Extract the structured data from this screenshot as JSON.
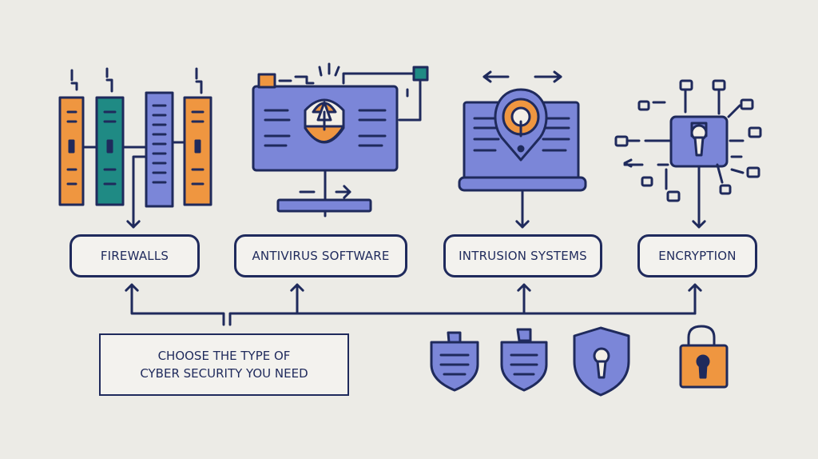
{
  "nodes": {
    "firewalls": "FIREWALLS",
    "antivirus": "ANTIVIRUS SOFTWARE",
    "intrusion": "INTRUSION SYSTEMS",
    "encryption": "ENCRYPTION"
  },
  "prompt": {
    "line1": "CHOOSE THE TYPE OF",
    "line2": "CYBER SECURITY YOU NEED"
  },
  "colors": {
    "outline": "#1f2a5c",
    "periwinkle": "#7b86d8",
    "orange": "#ef9640",
    "teal": "#1f8a84",
    "background": "#ecebe6"
  },
  "icons": [
    "server-racks-icon",
    "monitor-shield-icon",
    "laptop-location-pin-icon",
    "network-padlock-icon",
    "shield-icon",
    "padlock-icon"
  ]
}
